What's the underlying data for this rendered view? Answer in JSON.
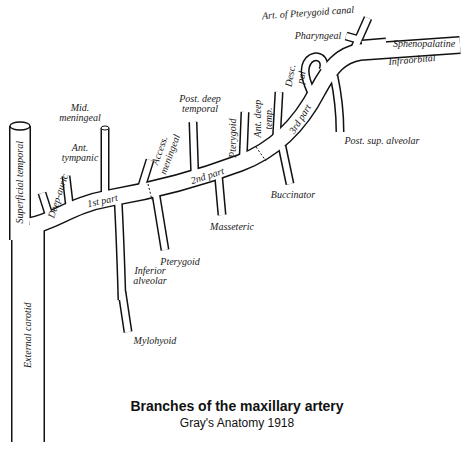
{
  "diagram": {
    "title": "Branches of the maxillary artery",
    "caption": "Gray's Anatomy 1918",
    "labels": [
      "Superficial temporal",
      "External carotid",
      "Deep-auric",
      "Ant. tympanic",
      "Mid. meningeal",
      "Access. meningeal",
      "1st part",
      "Post. deep temporal",
      "Pterygoid",
      "Ant. deep temp.",
      "2nd part",
      "Desc. pal",
      "3rd part",
      "Art. of Pterygoid canal",
      "Pharyngeal",
      "Sphenopalatine",
      "Infraorbital",
      "Post. sup. alveolar",
      "Buccinator",
      "Masseteric",
      "Pterygoid",
      "Inferior alveolar",
      "Mylohyoid"
    ]
  }
}
